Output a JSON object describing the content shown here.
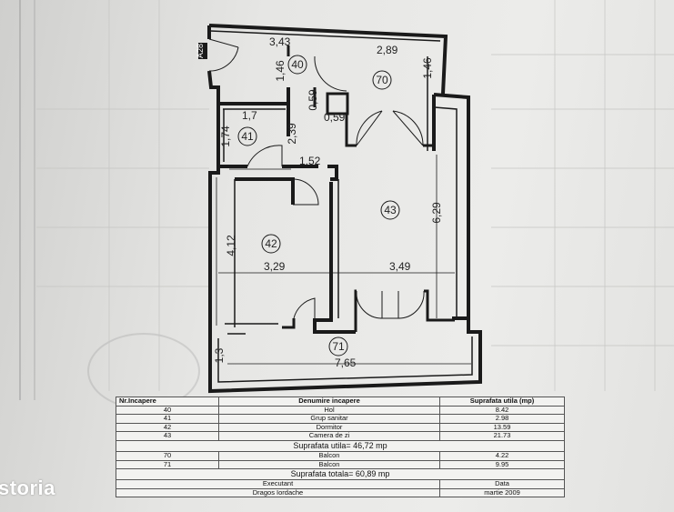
{
  "plan": {
    "entry_label": "A28",
    "dimensions": [
      "3,43",
      "2,89",
      "1,46",
      "1,46",
      "0,59",
      "0,59",
      "1,7",
      "1,74",
      "2,39",
      "1,52",
      "6,29",
      "4,12",
      "3,29",
      "3,49",
      "1,3",
      "7,65"
    ],
    "rooms": [
      "40",
      "70",
      "41",
      "43",
      "42",
      "71"
    ]
  },
  "table": {
    "headers": [
      "Nr.Incapere",
      "Denumire incapere",
      "Suprafata utila (mp)"
    ],
    "rows": [
      {
        "nr": "40",
        "name": "Hol",
        "area": "8.42"
      },
      {
        "nr": "41",
        "name": "Grup sanitar",
        "area": "2.98"
      },
      {
        "nr": "42",
        "name": "Dormitor",
        "area": "13.59"
      },
      {
        "nr": "43",
        "name": "Camera de zi",
        "area": "21.73"
      }
    ],
    "utila": "Suprafata utila=  46,72   mp",
    "balcony_rows": [
      {
        "nr": "70",
        "name": "Balcon",
        "area": "4.22"
      },
      {
        "nr": "71",
        "name": "Balcon",
        "area": "9.95"
      }
    ],
    "totala": "Suprafata totala= 60,89    mp",
    "footer_headers": [
      "Executant",
      "Data"
    ],
    "footer_values": [
      "Dragos Iordache",
      "martie 2009"
    ]
  },
  "brand": {
    "logo_text": "storia"
  }
}
